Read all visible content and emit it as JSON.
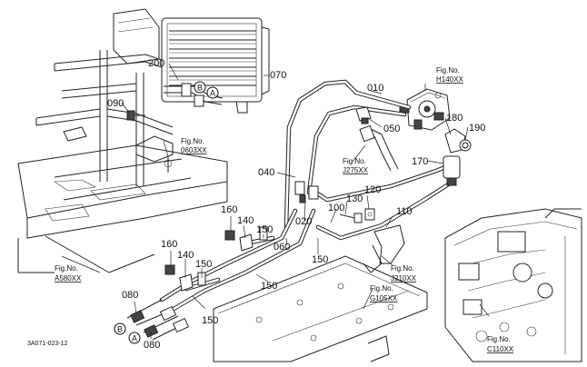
{
  "drawing_code": "3A071-023-12",
  "fig_prefix": "Fig.No.",
  "part_numbers": {
    "p010": "010",
    "p020": "020",
    "p040": "040",
    "p050": "050",
    "p060": "060",
    "p070": "070",
    "p090": "090",
    "p100": "100",
    "p110": "110",
    "p120": "120",
    "p130": "130",
    "p150a": "150",
    "p150b": "150",
    "p150c": "150",
    "p150d": "150",
    "p150e": "150",
    "p160a": "160",
    "p160b": "160",
    "p140a": "140",
    "p140b": "140",
    "p170": "170",
    "p180": "180",
    "p190": "190",
    "p200": "200",
    "p080a": "080",
    "p080b": "080"
  },
  "fig_refs": {
    "h140": "H140XX",
    "g060": "0603XX",
    "j275": "J275XX",
    "a580": "A580XX",
    "j210": "J210XX",
    "g105": "G105XX",
    "c110": "C110XX"
  },
  "markers": {
    "a": "A",
    "b": "B"
  }
}
